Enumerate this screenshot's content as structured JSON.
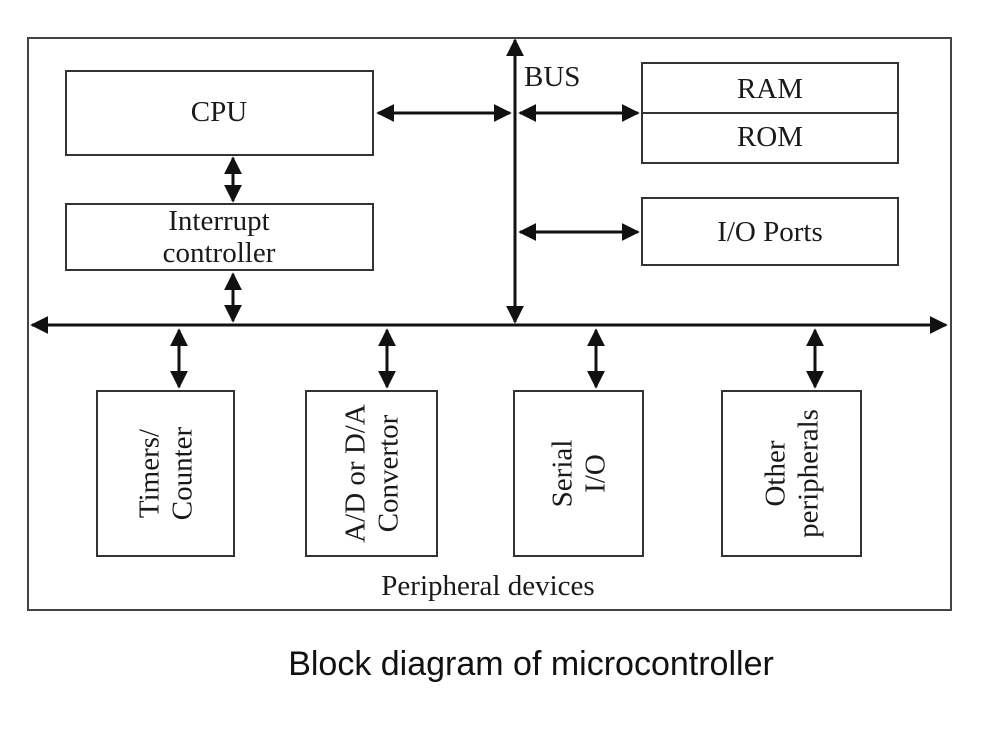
{
  "diagram": {
    "bus_label": "BUS",
    "blocks": {
      "cpu": "CPU",
      "interrupt_line1": "Interrupt",
      "interrupt_line2": "controller",
      "ram": "RAM",
      "rom": "ROM",
      "io_ports": "I/O Ports",
      "timers_line1": "Timers/",
      "timers_line2": "Counter",
      "adda_line1": "A/D or D/A",
      "adda_line2": "Convertor",
      "serial_line1": "Serial",
      "serial_line2": "I/O",
      "other_line1": "Other",
      "other_line2": "peripherals"
    },
    "peripheral_label": "Peripheral devices"
  },
  "caption": "Block diagram of microcontroller"
}
